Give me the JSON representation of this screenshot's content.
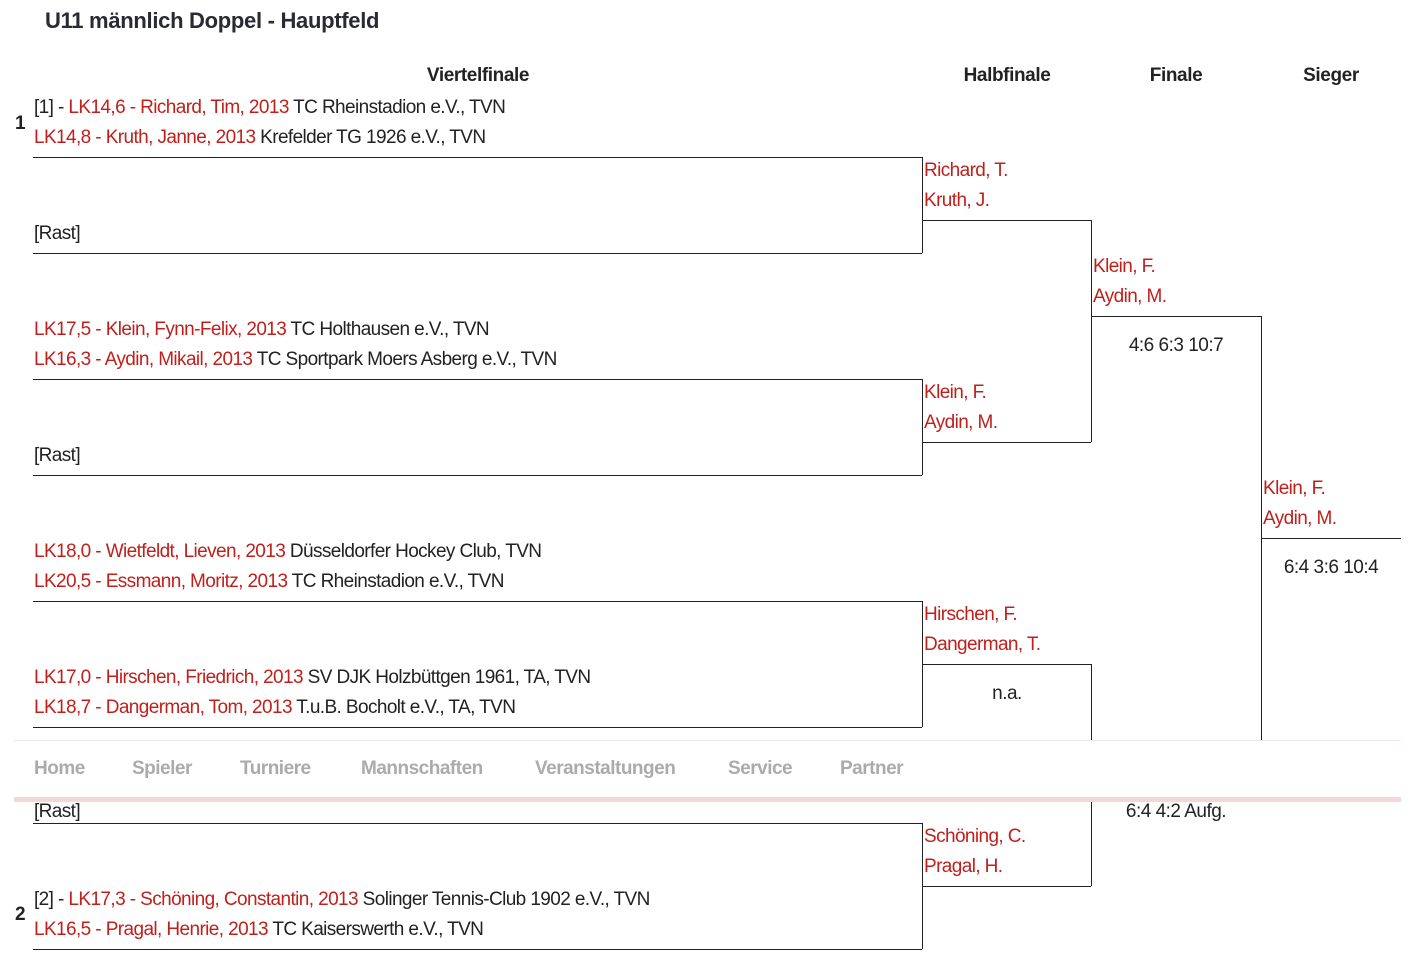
{
  "title": "U11 männlich Doppel - Hauptfeld",
  "rounds": [
    "Viertelfinale",
    "Halbfinale",
    "Finale",
    "Sieger"
  ],
  "seeds": [
    "1",
    "2"
  ],
  "quarterfinals": [
    {
      "p1": {
        "prefix": "[1] - ",
        "name": "LK14,6 - Richard, Tim, 2013",
        "club": " TC Rheinstadion e.V., TVN"
      },
      "p2": {
        "prefix": "",
        "name": "LK14,8 - Kruth, Janne, 2013",
        "club": " Krefelder TG 1926 e.V., TVN"
      },
      "opp": "[Rast]"
    },
    {
      "p1": {
        "prefix": "",
        "name": "LK17,5 - Klein, Fynn-Felix, 2013",
        "club": " TC Holthausen e.V., TVN"
      },
      "p2": {
        "prefix": "",
        "name": "LK16,3 - Aydin, Mikail, 2013",
        "club": " TC Sportpark Moers Asberg e.V., TVN"
      },
      "opp": "[Rast]"
    },
    {
      "p1": {
        "prefix": "",
        "name": "LK18,0 - Wietfeldt, Lieven, 2013",
        "club": " Düsseldorfer Hockey Club, TVN"
      },
      "p2": {
        "prefix": "",
        "name": "LK20,5 - Essmann, Moritz, 2013",
        "club": " TC Rheinstadion e.V., TVN"
      },
      "p3": {
        "name": "LK17,0 - Hirschen, Friedrich, 2013",
        "club": " SV DJK Holzbüttgen 1961, TA, TVN"
      },
      "p4": {
        "name": "LK18,7 - Dangerman, Tom, 2013",
        "club": " T.u.B. Bocholt e.V., TA, TVN"
      }
    },
    {
      "opp": "[Rast]",
      "p1": {
        "prefix": "[2] - ",
        "name": "LK17,3 - Schöning, Constantin, 2013",
        "club": " Solinger Tennis-Club 1902 e.V., TVN"
      },
      "p2": {
        "prefix": "",
        "name": "LK16,5 - Pragal, Henrie, 2013",
        "club": " TC Kaiserswerth e.V., TVN"
      }
    }
  ],
  "semifinals": [
    {
      "a": "Richard, T.",
      "b": "Kruth, J."
    },
    {
      "a": "Klein, F.",
      "b": "Aydin, M."
    },
    {
      "a": "Hirschen, F.",
      "b": "Dangerman, T.",
      "score": "n.a."
    },
    {
      "a": "Schöning, C.",
      "b": "Pragal, H."
    }
  ],
  "finals": [
    {
      "a": "Klein, F.",
      "b": "Aydin, M.",
      "score": "4:6 6:3 10:7"
    },
    {
      "score": "6:4 4:2 Aufg."
    }
  ],
  "winner": {
    "a": "Klein, F.",
    "b": "Aydin, M.",
    "score": "6:4 3:6 10:4"
  },
  "nav": [
    "Home",
    "Spieler",
    "Turniere",
    "Mannschaften",
    "Veranstaltungen",
    "Service",
    "Partner"
  ]
}
